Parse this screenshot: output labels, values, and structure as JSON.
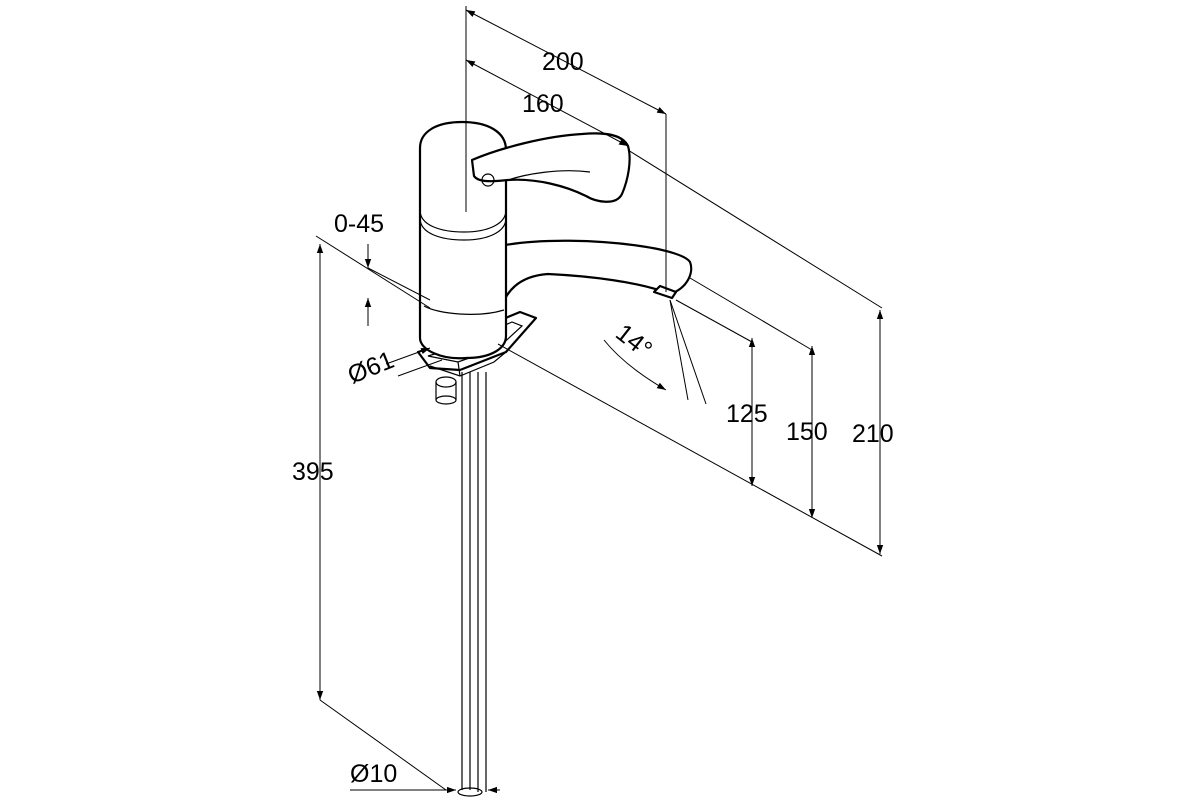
{
  "dimensions": {
    "w200": "200",
    "w160": "160",
    "tilt": "0-45",
    "base_diameter": "Ø61",
    "angle": "14°",
    "h125": "125",
    "h150": "150",
    "h210": "210",
    "h395": "395",
    "hose_diameter": "Ø10"
  }
}
